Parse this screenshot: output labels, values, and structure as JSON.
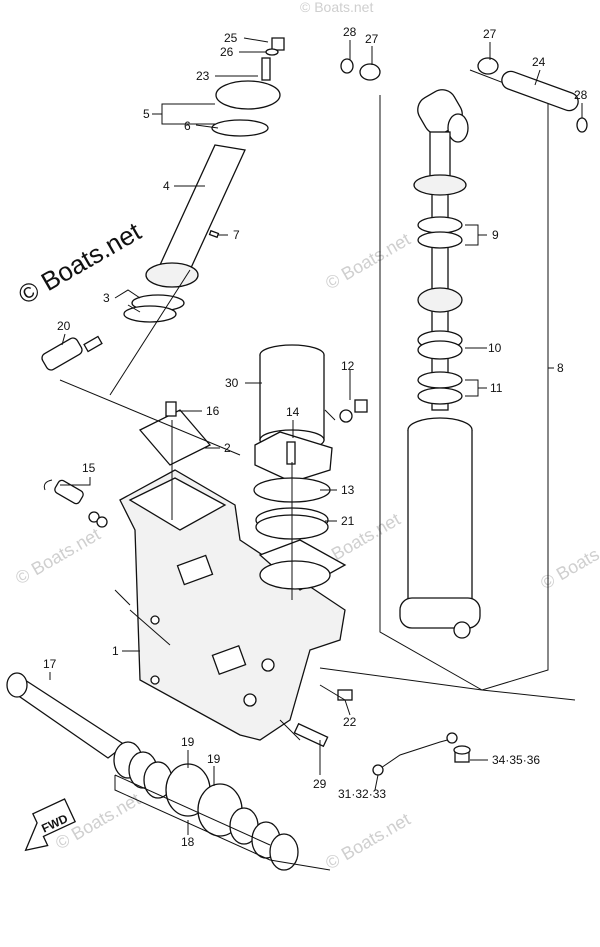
{
  "watermark": {
    "main": "© Boats.net",
    "faint": "© Boats.net"
  },
  "fwd_label": "FWD",
  "callouts": [
    {
      "id": "c25",
      "text": "25"
    },
    {
      "id": "c26",
      "text": "26"
    },
    {
      "id": "c23",
      "text": "23"
    },
    {
      "id": "c5",
      "text": "5"
    },
    {
      "id": "c6",
      "text": "6"
    },
    {
      "id": "c4",
      "text": "4"
    },
    {
      "id": "c7",
      "text": "7"
    },
    {
      "id": "c3",
      "text": "3"
    },
    {
      "id": "c20",
      "text": "20"
    },
    {
      "id": "c28a",
      "text": "28"
    },
    {
      "id": "c27a",
      "text": "27"
    },
    {
      "id": "c27b",
      "text": "27"
    },
    {
      "id": "c24",
      "text": "24"
    },
    {
      "id": "c28b",
      "text": "28"
    },
    {
      "id": "c9",
      "text": "9"
    },
    {
      "id": "c8",
      "text": "8"
    },
    {
      "id": "c10",
      "text": "10"
    },
    {
      "id": "c11",
      "text": "11"
    },
    {
      "id": "c12",
      "text": "12"
    },
    {
      "id": "c30",
      "text": "30"
    },
    {
      "id": "c16",
      "text": "16"
    },
    {
      "id": "c14",
      "text": "14"
    },
    {
      "id": "c2",
      "text": "2"
    },
    {
      "id": "c15",
      "text": "15"
    },
    {
      "id": "c13",
      "text": "13"
    },
    {
      "id": "c21",
      "text": "21"
    },
    {
      "id": "c1",
      "text": "1"
    },
    {
      "id": "c17",
      "text": "17"
    },
    {
      "id": "c22",
      "text": "22"
    },
    {
      "id": "c19a",
      "text": "19"
    },
    {
      "id": "c19b",
      "text": "19"
    },
    {
      "id": "c29",
      "text": "29"
    },
    {
      "id": "c31",
      "text": "31·32·33"
    },
    {
      "id": "c34",
      "text": "34·35·36"
    },
    {
      "id": "c18",
      "text": "18"
    }
  ]
}
